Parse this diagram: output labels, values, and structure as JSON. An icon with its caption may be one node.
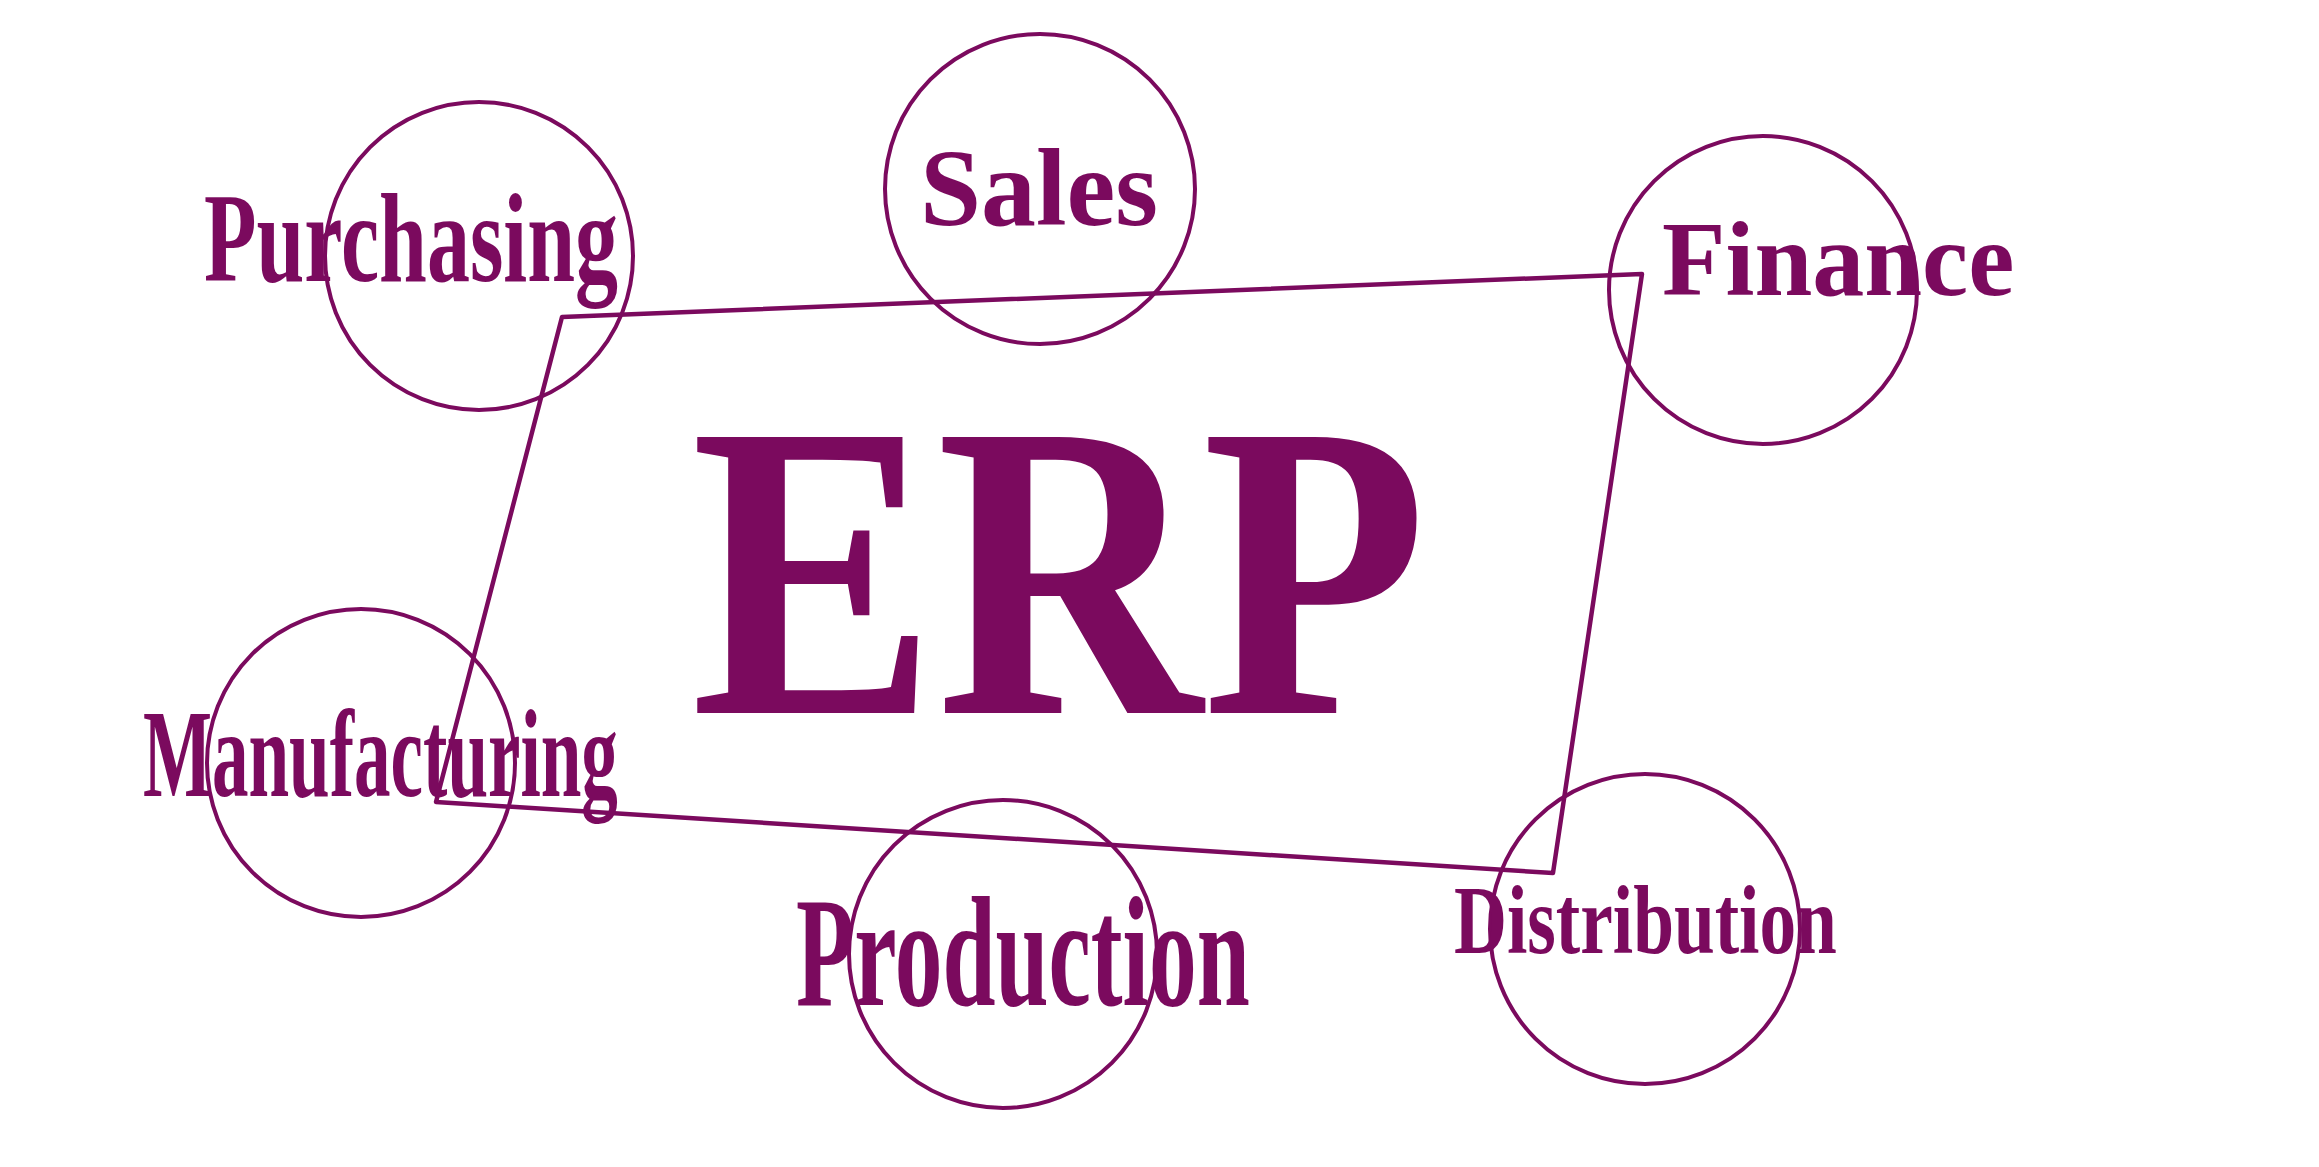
{
  "diagram": {
    "nodes": [
      {
        "text": [
          "Purchasing"
        ]
      },
      {
        "text": [
          "Sales"
        ]
      },
      {
        "text": [
          "Finance"
        ]
      },
      {
        "text": [
          "ERP"
        ]
      },
      {
        "text": [
          "Manufacturing"
        ]
      },
      {
        "text": [
          "Production"
        ]
      },
      {
        "text": [
          "Distribution"
        ]
      }
    ]
  }
}
